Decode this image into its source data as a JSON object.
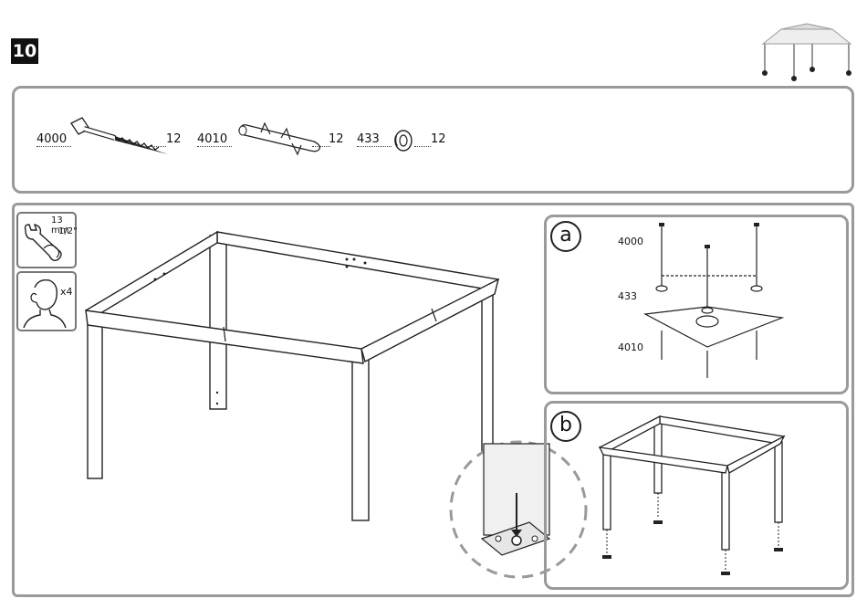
{
  "step": {
    "number": "10"
  },
  "parts": [
    {
      "id": "4000",
      "qty": "12",
      "icon": "bolt-icon"
    },
    {
      "id": "4010",
      "qty": "12",
      "icon": "anchor-icon"
    },
    {
      "id": "433",
      "qty": "12",
      "icon": "washer-icon"
    }
  ],
  "tools": {
    "wrench": {
      "size_mm": "13 mm",
      "size_in": "1/2\"",
      "icon": "wrench-icon"
    },
    "people": {
      "count": "x4",
      "icon": "person-icon"
    }
  },
  "detail_a": {
    "letter": "a",
    "labels": {
      "bolt": "4000",
      "washer": "433",
      "anchor": "4010"
    }
  },
  "detail_b": {
    "letter": "b"
  }
}
